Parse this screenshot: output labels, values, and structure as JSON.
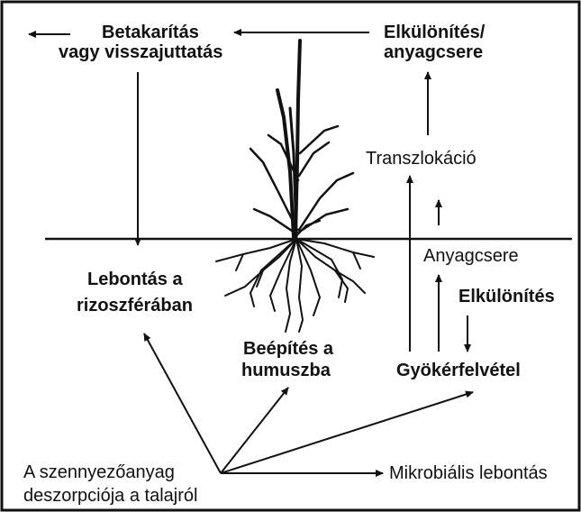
{
  "labels": {
    "removal_line1": "Betakarítás",
    "removal_line2": "vagy visszajuttatás",
    "separation_top_line1": "Elkülönítés/",
    "separation_top_line2": "anyagcsere",
    "translocation": "Transzlokáció",
    "metabolism": "Anyagcsere",
    "separation": "Elkülönítés",
    "root_uptake": "Gyökérfelvétel",
    "rhizo_line1": "Lebontás a",
    "rhizo_line2": "rizoszférában",
    "humus_line1": "Beépítés a",
    "humus_line2": "humuszba",
    "desorption_line1": "A szennyezőanyag",
    "desorption_line2": "deszorpciója a talajról",
    "microbial": "Mikrobiális lebontás"
  },
  "colors": {
    "ink": "#111111",
    "background": "#ffffff"
  }
}
